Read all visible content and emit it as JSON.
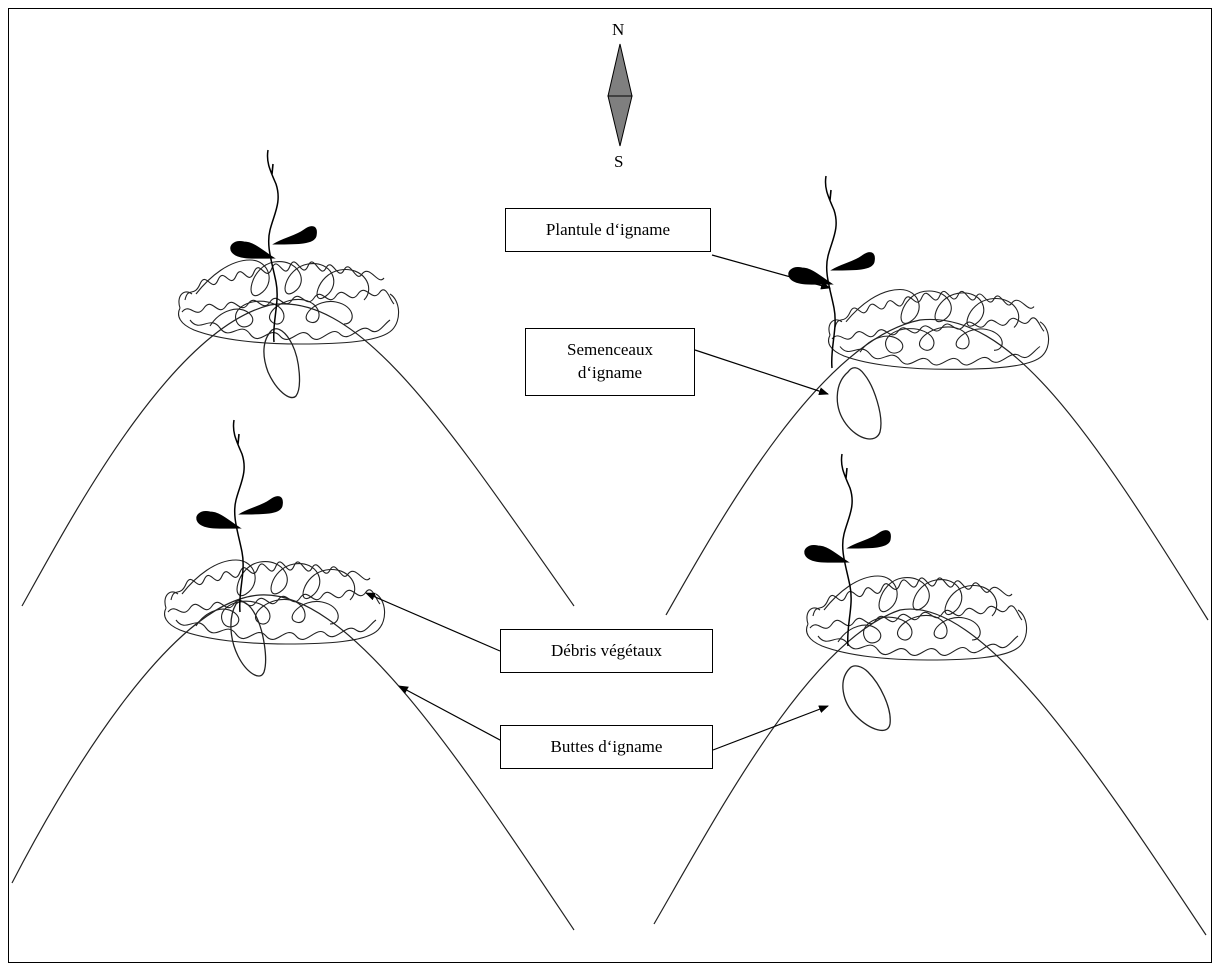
{
  "compass": {
    "north": "N",
    "south": "S",
    "fill_color": "#7f7f7f"
  },
  "labels": {
    "plantule": "Plantule d‘igname",
    "semenceaux_line1": "Semenceaux",
    "semenceaux_line2": "d‘igname",
    "debris": "Débris végétaux",
    "buttes": "Buttes d‘igname"
  },
  "mounds": [
    {
      "id": "top-left",
      "has_plantule": true,
      "has_semenceau": true,
      "has_debris": true
    },
    {
      "id": "top-right",
      "has_plantule": true,
      "has_semenceau": true,
      "has_debris": true
    },
    {
      "id": "bottom-left",
      "has_plantule": true,
      "has_semenceau": true,
      "has_debris": true
    },
    {
      "id": "bottom-right",
      "has_plantule": true,
      "has_semenceau": true,
      "has_debris": true
    }
  ]
}
